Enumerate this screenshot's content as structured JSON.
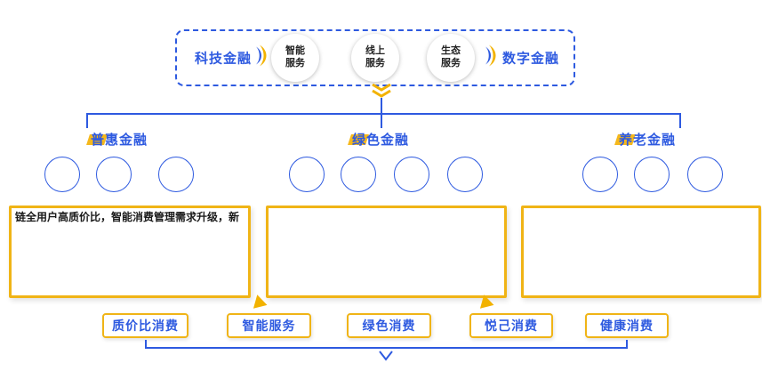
{
  "colors": {
    "accent_blue": "#2e5ae0",
    "accent_yellow": "#f2b200"
  },
  "top_panel": {
    "left_label": "科技金融",
    "right_label": "数字金融",
    "services": [
      {
        "line1": "智能",
        "line2": "服务"
      },
      {
        "line1": "线上",
        "line2": "服务"
      },
      {
        "line1": "生态",
        "line2": "服务"
      }
    ]
  },
  "branches": [
    {
      "title": "普惠金融"
    },
    {
      "title": "绿色金融"
    },
    {
      "title": "养老金融"
    }
  ],
  "panels": {
    "left_note": "链全用户高质价比，智能消费管理需求升级，新"
  },
  "bottom_labels": [
    "质价比消费",
    "智能服务",
    "绿色消费",
    "悦己消费",
    "健康消费"
  ]
}
